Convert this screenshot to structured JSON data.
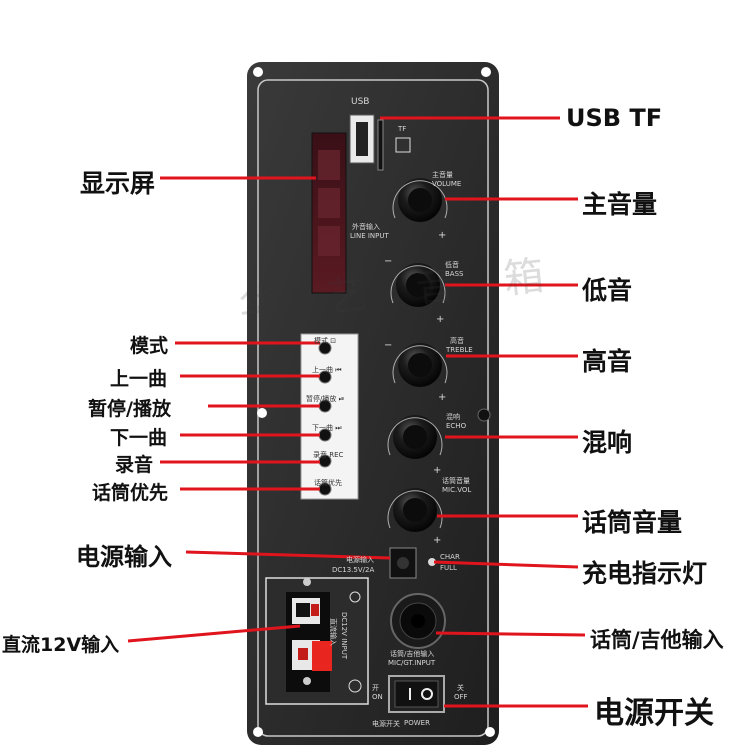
{
  "labels": {
    "usb_tf": "USB TF",
    "main_volume": "主音量",
    "bass": "低音",
    "treble": "高音",
    "echo": "混响",
    "mic_volume": "话筒音量",
    "charge_indicator": "充电指示灯",
    "mic_guitar_input": "话筒/吉他输入",
    "power_switch": "电源开关",
    "display": "显示屏",
    "mode": "模式",
    "prev_track": "上一曲",
    "pause_play": "暂停/播放",
    "next_track": "下一曲",
    "record": "录音",
    "mic_priority": "话筒优先",
    "power_input": "电源输入",
    "dc12v_input": "直流12V输入"
  },
  "panel": {
    "usb": "USB",
    "tf": "TF",
    "volume_cn": "主音量",
    "volume_en": "VOLUME",
    "line_input_cn": "外音输入",
    "line_input_en": "LINE INPUT",
    "bass_cn": "低音",
    "bass_en": "BASS",
    "treble_cn": "高音",
    "treble_en": "TREBLE",
    "echo_cn": "混响",
    "echo_en": "ECHO",
    "mic_vol_cn": "话筒音量",
    "mic_vol_en": "MIC.VOL",
    "btn_mode": "模式 ⊡",
    "btn_prev": "上一曲 ⏮",
    "btn_play": "暂停/播放 ⏯",
    "btn_next": "下一曲 ⏭",
    "btn_rec": "录音 REC",
    "btn_mic": "话筒优先",
    "power_in_cn": "电源输入",
    "power_in_spec": "DC13.5V/2A",
    "charge": "CHAR",
    "full": "FULL",
    "mic_input_cn": "话筒/吉他输入",
    "mic_input_en": "MIC/GT.INPUT",
    "sw_on_cn": "开",
    "sw_on_en": "ON",
    "sw_off_cn": "关",
    "sw_off_en": "OFF",
    "power_switch_cn": "电源开关",
    "power_switch_en": "POWER",
    "dc_input_cn": "直流输入",
    "dc_input_en": "DC12V INPUT",
    "plus": "+",
    "minus": "−"
  },
  "watermark": "华 艺 音 箱",
  "colors": {
    "panel": "#2a2a2a",
    "panel_border": "#d0d0d0",
    "leader_line": "#e0141c",
    "knob": "#101010",
    "terminal_red": "#e8251e"
  }
}
